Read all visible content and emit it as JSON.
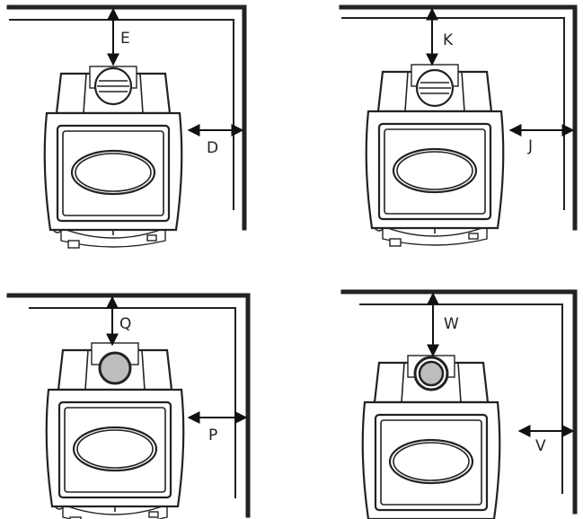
{
  "panels": [
    {
      "id": "top-left",
      "variant": "photo",
      "clearance_rear": "E",
      "clearance_side": "D"
    },
    {
      "id": "top-right",
      "variant": "line",
      "clearance_rear": "K",
      "clearance_side": "J"
    },
    {
      "id": "bottom-left",
      "variant": "collar-filled",
      "clearance_rear": "Q",
      "clearance_side": "P"
    },
    {
      "id": "bottom-right",
      "variant": "collar-ring",
      "clearance_rear": "W",
      "clearance_side": "V"
    }
  ],
  "colors": {
    "line": "#222222",
    "collar_fill": "#bdbdbd",
    "photo_fill": "#f3f3f3"
  }
}
